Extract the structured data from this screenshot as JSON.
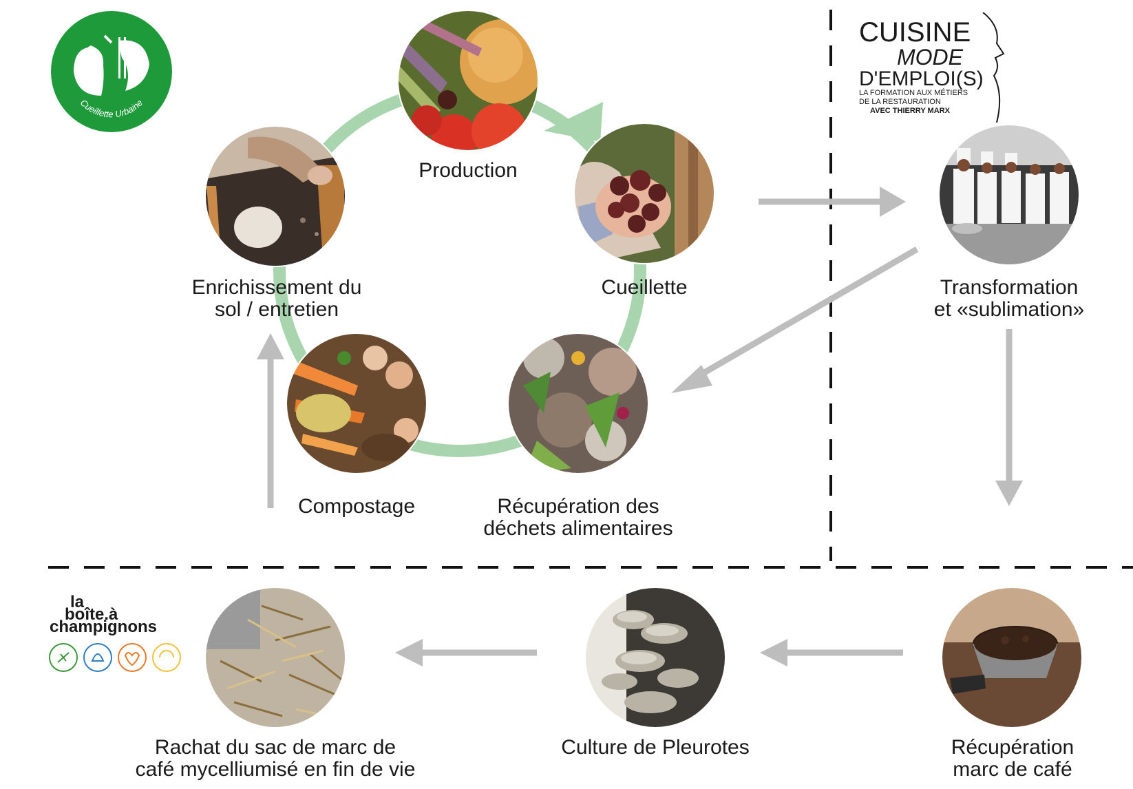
{
  "colors": {
    "cycle_green": "#a8d5ad",
    "arrow_gray": "#bdbdbd",
    "brand_green": "#1e9a3b",
    "divider": "#111111"
  },
  "logos": {
    "cueillette_urbaine": {
      "text": "Cueillette Urbaine"
    },
    "cuisine_mode_emploi": {
      "line1": "CUISINE",
      "line2": "MODE",
      "line3": "D'EMPLOI(S)",
      "tag1": "LA FORMATION AUX MÉTIERS",
      "tag2": "DE LA RESTAURATION",
      "tag3": "AVEC THIERRY MARX"
    },
    "boite_a_champignons": {
      "line1": "la",
      "line2": "boîte.à",
      "line3": "champignons"
    }
  },
  "steps": {
    "production": {
      "label": "Production",
      "image": "vegetables-photo"
    },
    "cueillette": {
      "label": "Cueillette",
      "image": "cherry-tomatoes-photo"
    },
    "recuperation_dechets": {
      "line1": "Récupération des",
      "line2": "déchets alimentaires",
      "image": "food-scraps-photo"
    },
    "compostage": {
      "label": "Compostage",
      "image": "compost-photo"
    },
    "enrichissement": {
      "line1": "Enrichissement du",
      "line2": "sol / entretien",
      "image": "soil-planter-photo"
    },
    "transformation": {
      "line1": "Transformation",
      "line2": "et «sublimation»",
      "image": "chefs-kitchen-photo"
    },
    "recuperation_cafe": {
      "line1": "Récupération",
      "line2": "marc de café",
      "image": "coffee-grounds-photo"
    },
    "pleurotes": {
      "label": "Culture de Pleurotes",
      "image": "oyster-mushrooms-photo"
    },
    "rachat_sac": {
      "line1": "Rachat du sac de marc de",
      "line2": "café mycelliumisé en fin de vie",
      "image": "straw-bags-photo"
    }
  }
}
